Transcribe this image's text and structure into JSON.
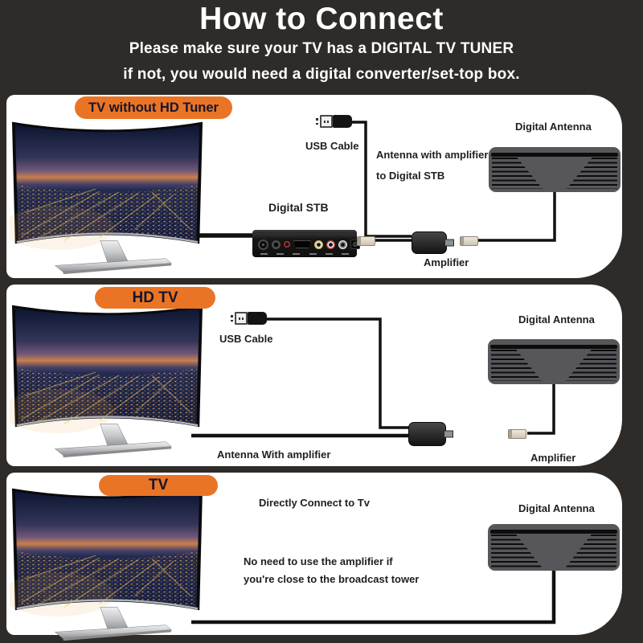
{
  "header": {
    "title": "How to Connect",
    "subtitle_line1": "Please make sure your TV has a DIGITAL TV TUNER",
    "subtitle_line2": "if not, you would need a digital converter/set-top box."
  },
  "colors": {
    "background": "#2e2b29",
    "panel": "#ffffff",
    "accent_orange": "#ea7426",
    "badge_text": "#16162c",
    "label_text": "#1f1f1f",
    "cable": "#111111"
  },
  "panels": [
    {
      "badge": "TV without HD Tuner",
      "labels": {
        "usb_cable": "USB Cable",
        "antenna_note_line1": "Antenna with amplifier",
        "antenna_note_line2": "to Digital STB",
        "digital_antenna": "Digital Antenna",
        "stb": "Digital STB",
        "amplifier": "Amplifier"
      }
    },
    {
      "badge": "HD TV",
      "labels": {
        "usb_cable": "USB Cable",
        "antenna_note": "Antenna With amplifier",
        "digital_antenna": "Digital Antenna",
        "amplifier": "Amplifier"
      }
    },
    {
      "badge": "TV",
      "labels": {
        "connect_note": "Directly Connect to Tv",
        "tip_line1": "No need to use the amplifier if",
        "tip_line2": "you're close to the broadcast tower",
        "digital_antenna": "Digital Antenna"
      }
    }
  ]
}
